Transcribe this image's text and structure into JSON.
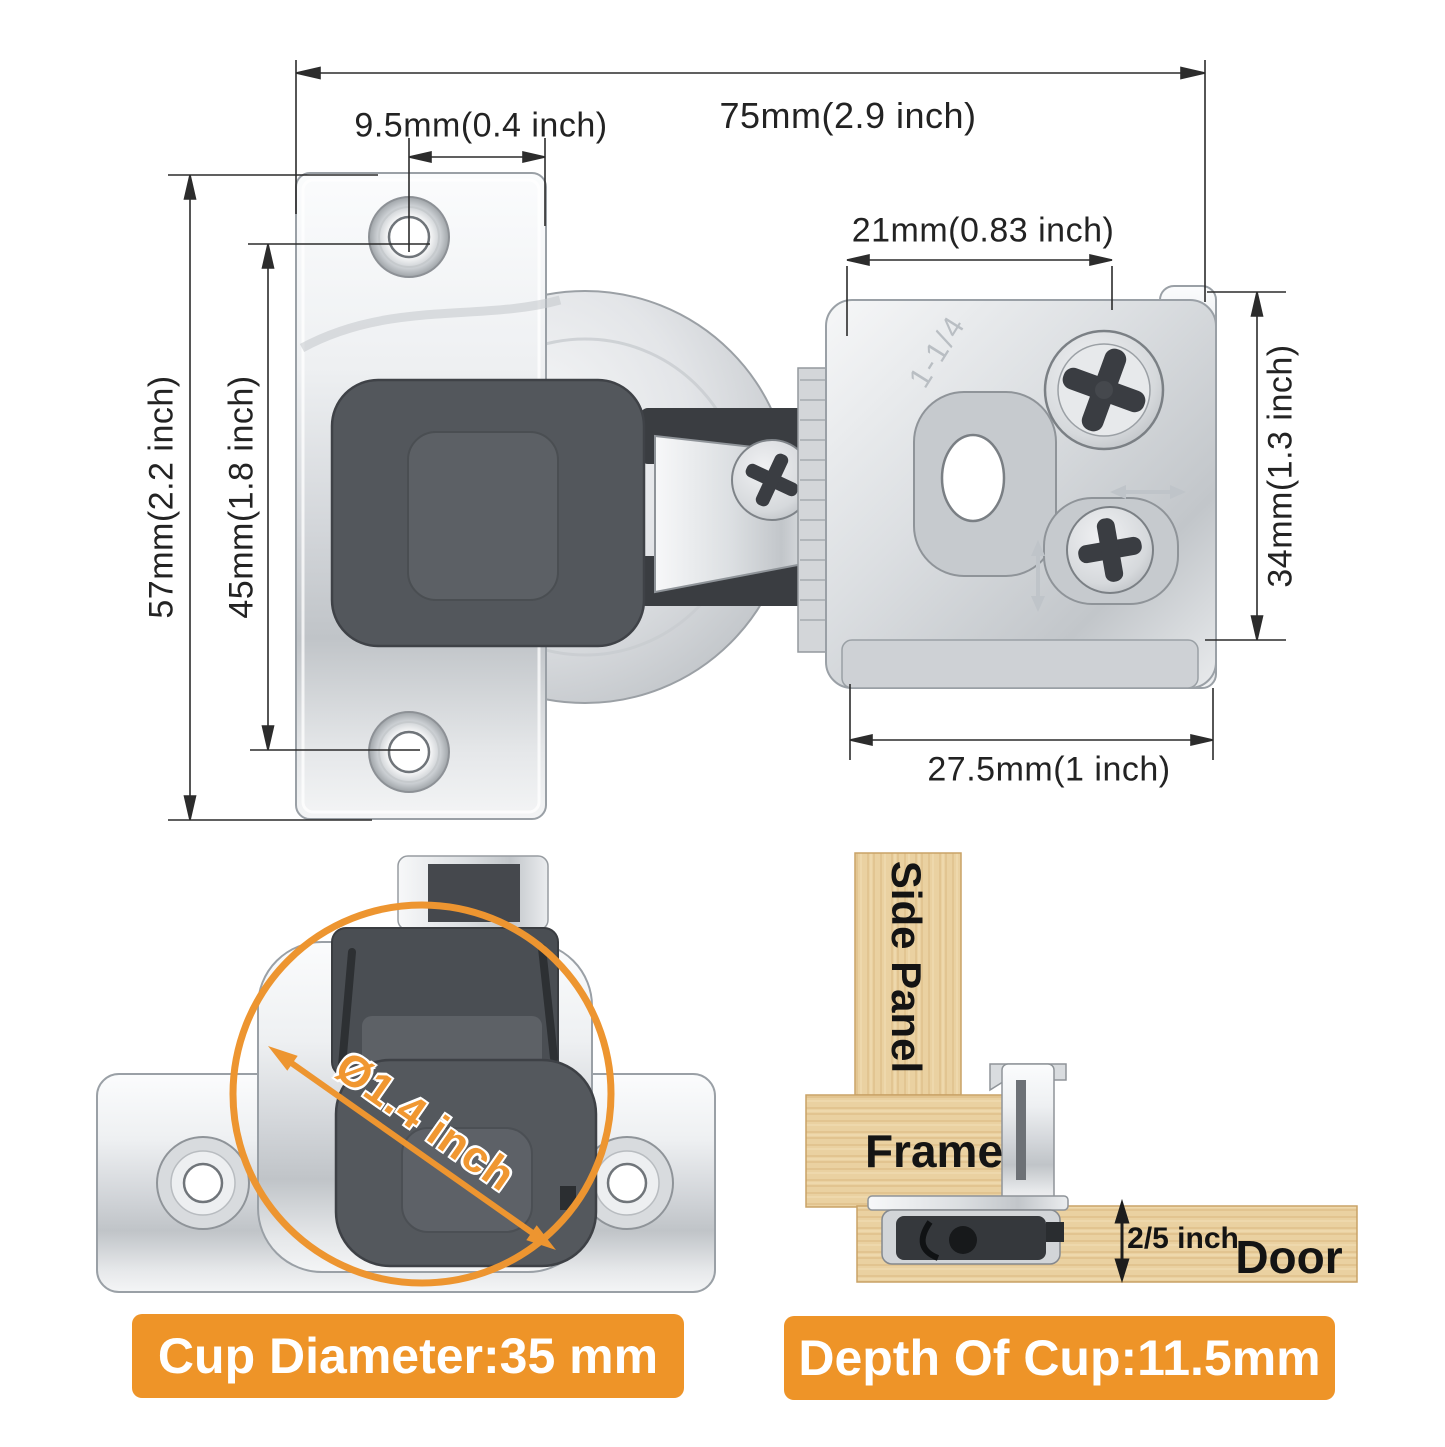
{
  "artwork": {
    "type": "cabinet-hinge dimension diagram",
    "background": "#ffffff"
  },
  "colors": {
    "accent_orange": "#EE9428",
    "dimension_ink": "#2c2c2c",
    "wood_fill": "#EAD1A1",
    "metal_light": "#F5F6F7",
    "plastic_dark": "#54585D"
  },
  "main_view": {
    "dim_overall_width": "75mm(2.9 inch)",
    "dim_hole_edge_offset": "9.5mm(0.4 inch)",
    "dim_plate_arm": "21mm(0.83 inch)",
    "dim_wing_height": "57mm(2.2 inch)",
    "dim_screw_spacing": "45mm(1.8 inch)",
    "dim_plate_height": "34mm(1.3 inch)",
    "dim_plate_width": "27.5mm(1 inch)",
    "engraved_marking": "1-1/4"
  },
  "cup_callout": {
    "diameter_annotation": "Ø1.4 inch",
    "banner": "Cup Diameter:35 mm"
  },
  "install_view": {
    "label_side_panel": "Side Panel",
    "label_frame": "Frame",
    "label_door": "Door",
    "dim_cup_depth": "2/5 inch",
    "banner": "Depth Of Cup:11.5mm"
  }
}
